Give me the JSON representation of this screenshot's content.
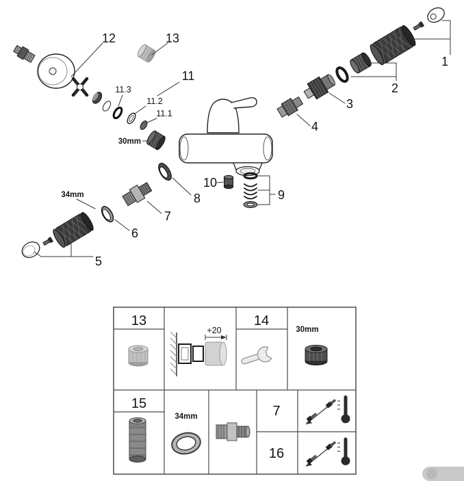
{
  "diagram": {
    "callouts": {
      "p1": "1",
      "p2": "2",
      "p3": "3",
      "p4": "4",
      "p5": "5",
      "p6": "6",
      "p7": "7",
      "p8": "8",
      "p9": "9",
      "p10": "10",
      "p11": "11",
      "p11_1": "11.1",
      "p11_2": "11.2",
      "p11_3": "11.3",
      "p12": "12",
      "p13": "13",
      "size30": "30mm",
      "size34": "34mm"
    }
  },
  "table": {
    "row1": {
      "cell1": {
        "label": "13",
        "icon": "gray-cap-nut-icon"
      },
      "cell2": {
        "dimension": "+20",
        "icon": "wall-extension-diagram-icon"
      },
      "cell3": {
        "label": "14",
        "icon": "wrench-icon"
      },
      "cell4": {
        "label": "30mm",
        "icon": "dark-nut-icon"
      }
    },
    "row2": {
      "cell1": {
        "label": "15",
        "icon": "knurled-sleeve-icon"
      },
      "cell2": {
        "label": "34mm",
        "icon": "ring-34mm-icon"
      },
      "cell3": {
        "icon": "threaded-connector-icon"
      },
      "cell4_top": {
        "label": "7"
      },
      "cell4_bottom": {
        "label": "16"
      },
      "cell5_top": {
        "icon": "screws-thermometer-icon"
      },
      "cell5_bottom": {
        "icon": "screws-thermometer-icon"
      }
    }
  }
}
